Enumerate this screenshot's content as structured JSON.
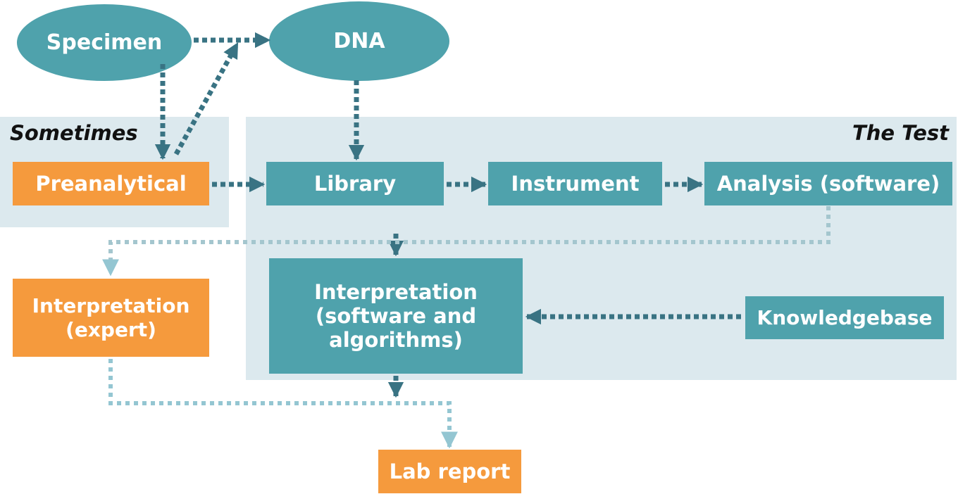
{
  "diagram": {
    "title_implicit": "",
    "regions": {
      "sometimes": {
        "label": "Sometimes"
      },
      "the_test": {
        "label": "The Test"
      }
    },
    "nodes": {
      "specimen": {
        "label": "Specimen",
        "shape": "ellipse",
        "color_role": "teal"
      },
      "dna": {
        "label": "DNA",
        "shape": "ellipse",
        "color_role": "teal"
      },
      "preanalytical": {
        "label": "Preanalytical",
        "shape": "rect",
        "color_role": "orange"
      },
      "library": {
        "label": "Library",
        "shape": "rect",
        "color_role": "teal"
      },
      "instrument": {
        "label": "Instrument",
        "shape": "rect",
        "color_role": "teal"
      },
      "analysis": {
        "label": "Analysis (software)",
        "shape": "rect",
        "color_role": "teal"
      },
      "interpretation_software": {
        "label": "Interpretation (software and algorithms)",
        "shape": "rect",
        "color_role": "teal"
      },
      "interpretation_expert": {
        "label": "Interpretation (expert)",
        "shape": "rect",
        "color_role": "orange"
      },
      "knowledgebase": {
        "label": "Knowledgebase",
        "shape": "rect",
        "color_role": "teal"
      },
      "lab_report": {
        "label": "Lab report",
        "shape": "rect",
        "color_role": "orange"
      }
    },
    "edges": [
      {
        "from": "specimen",
        "to": "dna",
        "style": "dark-dotted"
      },
      {
        "from": "specimen",
        "to": "preanalytical",
        "style": "dark-dotted"
      },
      {
        "from": "preanalytical",
        "to": "dna",
        "style": "dark-dotted-diagonal"
      },
      {
        "from": "dna",
        "to": "library",
        "style": "dark-dotted"
      },
      {
        "from": "preanalytical",
        "to": "library",
        "style": "dark-dotted"
      },
      {
        "from": "library",
        "to": "instrument",
        "style": "dark-dotted"
      },
      {
        "from": "instrument",
        "to": "analysis",
        "style": "dark-dotted"
      },
      {
        "from": "analysis",
        "to": "interpretation_software",
        "style": "light-dotted-elbow"
      },
      {
        "from": "analysis",
        "to": "interpretation_expert",
        "style": "light-dotted-elbow"
      },
      {
        "from": "knowledgebase",
        "to": "interpretation_software",
        "style": "dark-dotted"
      },
      {
        "from": "interpretation_software",
        "to": "lab_report",
        "style": "light-dotted-elbow"
      },
      {
        "from": "interpretation_expert",
        "to": "lab_report",
        "style": "light-dotted-elbow"
      }
    ],
    "colors": {
      "teal_node": "#4fa2ac",
      "orange_node": "#f59a3d",
      "region_blue": "#dce9ee",
      "arrow_dark": "#397383",
      "arrow_light_gray": "#a4c6ce",
      "arrow_light_blue": "#94c6d2",
      "node_text": "#ffffff",
      "region_label_text": "#111111",
      "background": "#ffffff"
    }
  }
}
